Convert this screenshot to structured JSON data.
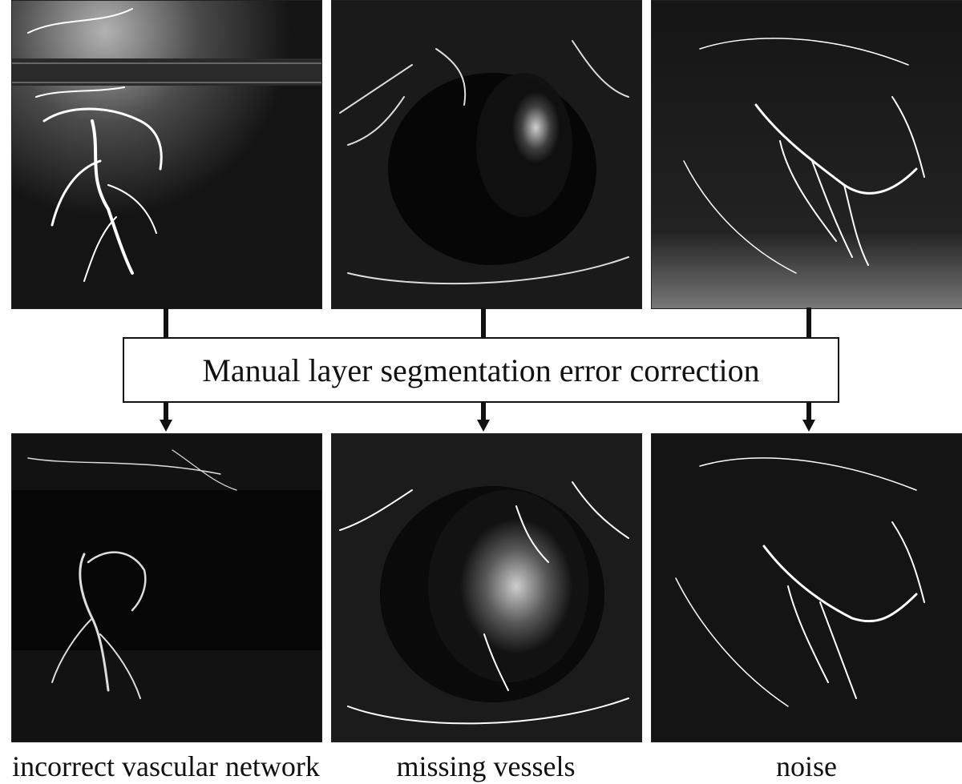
{
  "figure": {
    "process_label": "Manual layer segmentation error correction",
    "columns": [
      {
        "caption": "incorrect vascular network",
        "before_icon": "oct-angiogram-before-icon",
        "after_icon": "oct-angiogram-after-icon"
      },
      {
        "caption": "missing vessels",
        "before_icon": "oct-angiogram-before-icon",
        "after_icon": "oct-angiogram-after-icon"
      },
      {
        "caption": "noise",
        "before_icon": "oct-angiogram-before-icon",
        "after_icon": "oct-angiogram-after-icon"
      }
    ],
    "colors": {
      "background": "#ffffff",
      "panel": "#0a0a0a",
      "vessel": "#ffffff",
      "arrow": "#111111"
    }
  }
}
